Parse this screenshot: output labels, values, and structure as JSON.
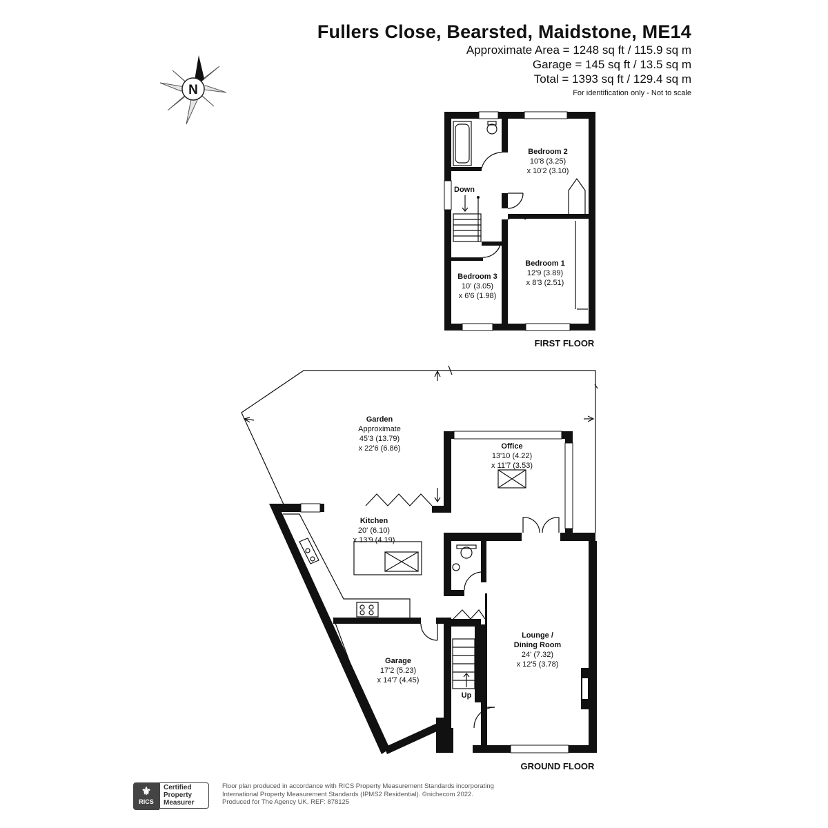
{
  "header": {
    "title": "Fullers Close, Bearsted, Maidstone, ME14",
    "area": "Approximate Area = 1248 sq ft / 115.9 sq m",
    "garage": "Garage = 145 sq ft / 13.5 sq m",
    "total": "Total = 1393 sq ft / 129.4 sq m",
    "note": "For identification only - Not to scale"
  },
  "compass": {
    "letter": "N",
    "icon": "north-compass-icon"
  },
  "first_floor": {
    "label": "FIRST FLOOR",
    "stairs_label": "Down",
    "rooms": {
      "bedroom2": {
        "name": "Bedroom 2",
        "dim1": "10'8 (3.25)",
        "dim2": "x 10'2 (3.10)"
      },
      "bedroom1": {
        "name": "Bedroom 1",
        "dim1": "12'9 (3.89)",
        "dim2": "x 8'3 (2.51)"
      },
      "bedroom3": {
        "name": "Bedroom 3",
        "dim1": "10' (3.05)",
        "dim2": "x 6'6 (1.98)"
      }
    }
  },
  "ground_floor": {
    "label": "GROUND FLOOR",
    "stairs_label": "Up",
    "rooms": {
      "garden": {
        "name": "Garden",
        "line1": "Approximate",
        "line2": "45'3 (13.79)",
        "line3": "x 22'6 (6.86)"
      },
      "office": {
        "name": "Office",
        "dim1": "13'10 (4.22)",
        "dim2": "x 11'7 (3.53)"
      },
      "kitchen": {
        "name": "Kitchen",
        "dim1": "20' (6.10)",
        "dim2": "x 13'9 (4.19)"
      },
      "garage": {
        "name": "Garage",
        "dim1": "17'2 (5.23)",
        "dim2": "x 14'7 (4.45)"
      },
      "lounge": {
        "name1": "Lounge /",
        "name2": "Dining Room",
        "dim1": "24' (7.32)",
        "dim2": "x 12'5 (3.78)"
      }
    }
  },
  "footer": {
    "rics_mark": "RICS",
    "cert_line1": "Certified",
    "cert_line2": "Property",
    "cert_line3": "Measurer",
    "line1": "Floor plan produced in accordance with RICS Property Measurement Standards incorporating",
    "line2": "International Property Measurement Standards (IPMS2 Residential).  ©nichecom 2022.",
    "line3": "Produced for The Agency UK.   REF:  878125"
  },
  "colors": {
    "wall": "#111111",
    "background": "#ffffff",
    "compass_grey": "#e6e6e6"
  }
}
